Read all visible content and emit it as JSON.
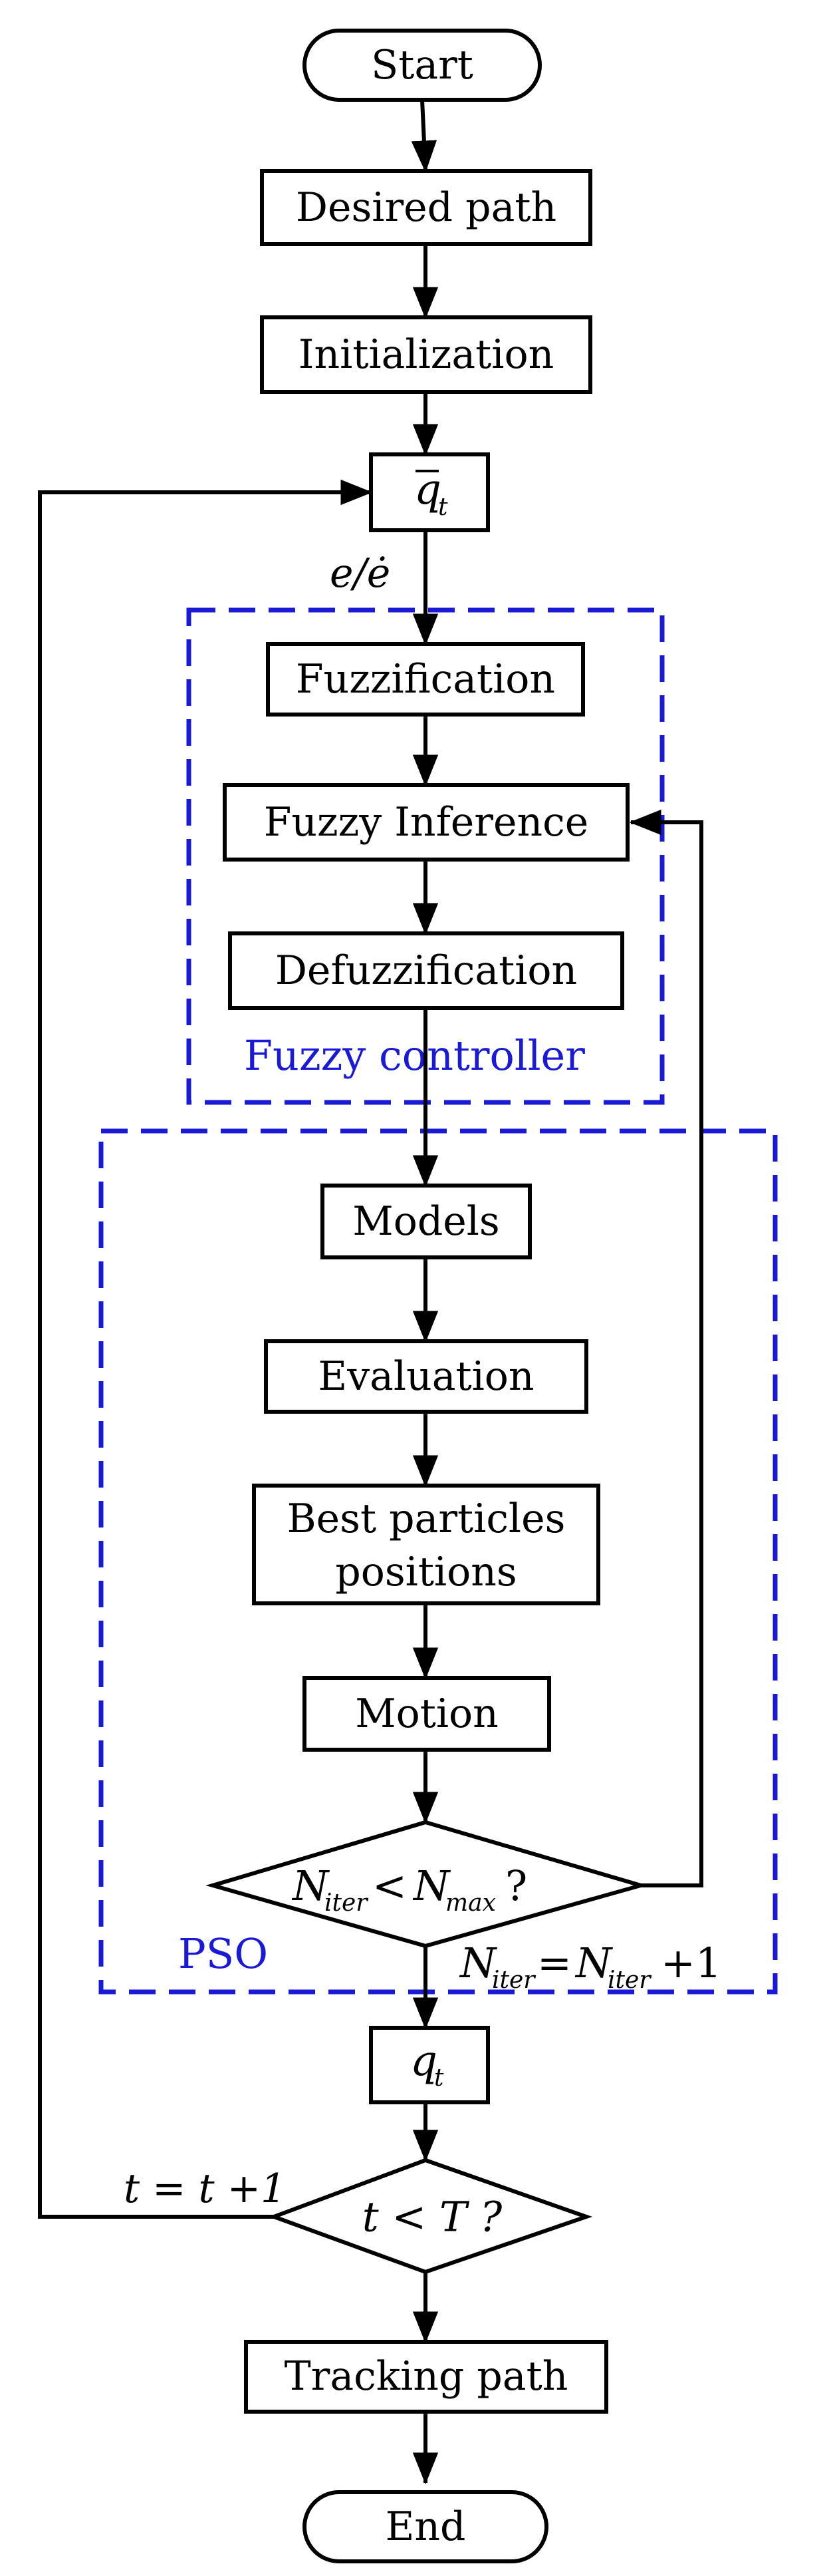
{
  "colors": {
    "stroke": "#000000",
    "group_border": "#1a1ad6",
    "group_label": "#1a1ad6",
    "background": "#ffffff"
  },
  "nodes": {
    "start": "Start",
    "desired_path": "Desired path",
    "initialization": "Initialization",
    "fuzzification": "Fuzzification",
    "fuzzy_inference": "Fuzzy Inference",
    "defuzzification": "Defuzzification",
    "models": "Models",
    "evaluation": "Evaluation",
    "best_particles_line1": "Best particles",
    "best_particles_line2": "positions",
    "motion": "Motion",
    "tracking_path": "Tracking path",
    "end": "End"
  },
  "math": {
    "q_bar": "q",
    "q_bar_sub": "t",
    "error_label": "e/ė",
    "decision_iter": {
      "a": "N",
      "a_sub": "iter",
      "op": "<",
      "b": "N",
      "b_sub": "max",
      "q": "?"
    },
    "iter_update": {
      "a": "N",
      "a_sub": "iter",
      "op": "=",
      "b": "N",
      "b_sub": "iter",
      "tail": "+1"
    },
    "q_out": "q",
    "q_out_sub": "t",
    "decision_time": "t < T ?",
    "time_update": "t = t +1"
  },
  "groups": {
    "fuzzy_controller": "Fuzzy controller",
    "pso": "PSO"
  }
}
